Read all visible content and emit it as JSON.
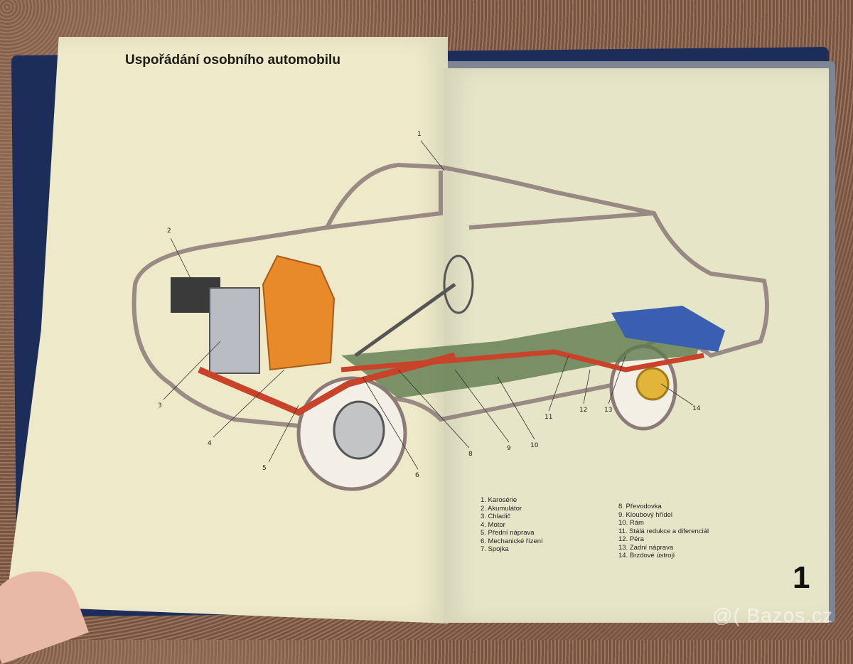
{
  "book": {
    "title": "Uspořádání osobního automobilu",
    "page_number": "1",
    "callouts": [
      "1",
      "2",
      "3",
      "4",
      "5",
      "6",
      "8",
      "9",
      "10",
      "11",
      "12",
      "13",
      "14"
    ],
    "legend_left": [
      "1. Karosérie",
      "2. Akumulátor",
      "3. Chladič",
      "4. Motor",
      "5. Přední náprava",
      "6. Mechanické řízení",
      "7. Spojka"
    ],
    "legend_right": [
      "8. Převodovka",
      "9. Kloubový hřídel",
      "10. Rám",
      "11. Stálá redukce a diferenciál",
      "12. Péra",
      "13. Zadní náprava",
      "14. Brzdové ústrojí"
    ]
  },
  "watermark": "@( Bazos.cz",
  "colors": {
    "page": "#ede9c9",
    "cover": "#1d2d5a",
    "engine": "#e8892a",
    "frame": "#5e7a4e",
    "axle": "#c9432a",
    "tank": "#3a5fb0"
  }
}
